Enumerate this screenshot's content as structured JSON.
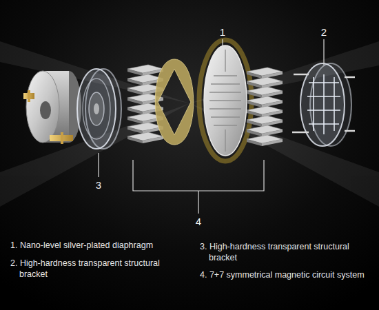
{
  "diagram": {
    "labels": [
      "1",
      "2",
      "3",
      "4",
      "1. Nano-level silver-plated diaphragm",
      "2. High-hardness transparent structural bracket",
      "3. High-hardness transparent structural bracket",
      "4. 7+7 symmetrical magnetic circuit system"
    ]
  }
}
